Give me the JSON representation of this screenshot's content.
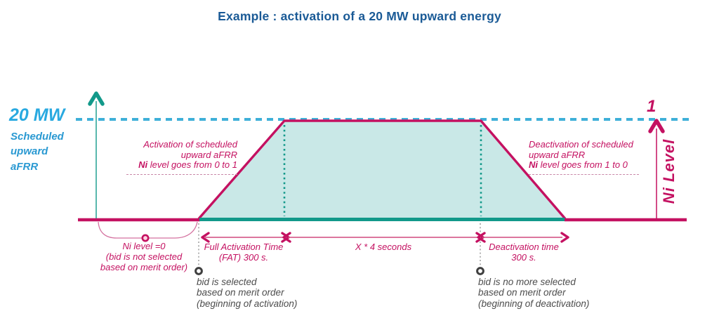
{
  "title": "Example : activation of a 20 MW upward energy",
  "power_axis": {
    "value_label": "20 MW",
    "desc_label": "Scheduled\nupward\naFRR"
  },
  "ni_axis": {
    "max_value": "1",
    "label": "Ni Level"
  },
  "notes": {
    "activation": {
      "line1": "Activation of scheduled",
      "line2": "upward aFRR",
      "ni": "Ni",
      "line3": " level goes from 0 to 1"
    },
    "deactivation": {
      "line1": "Deactivation of scheduled",
      "line2": "upward aFRR",
      "ni": "Ni",
      "line3": " level goes from 1 to 0"
    },
    "ni_zero": "Ni level =0\n(bid is not selected\nbased on merit order)",
    "bid_selected": "bid is selected\nbased on merit order\n(beginning of activation)",
    "bid_deselected": "bid is no more selected\nbased on merit order\n(beginning of deactivation)"
  },
  "timeline": {
    "full_activation": "Full Activation Time\n(FAT) 300 s.",
    "hold": "X * 4 seconds",
    "deactivation": "Deactivation time\n300 s."
  },
  "colors": {
    "magenta": "#c41161",
    "teal": "#12998a",
    "fill_teal": "#c9e8e7",
    "cyan_dash": "#3fb0d8",
    "label_blue": "#29a9e0",
    "title_blue": "#1a5a96",
    "gray": "#4d4d4d"
  }
}
